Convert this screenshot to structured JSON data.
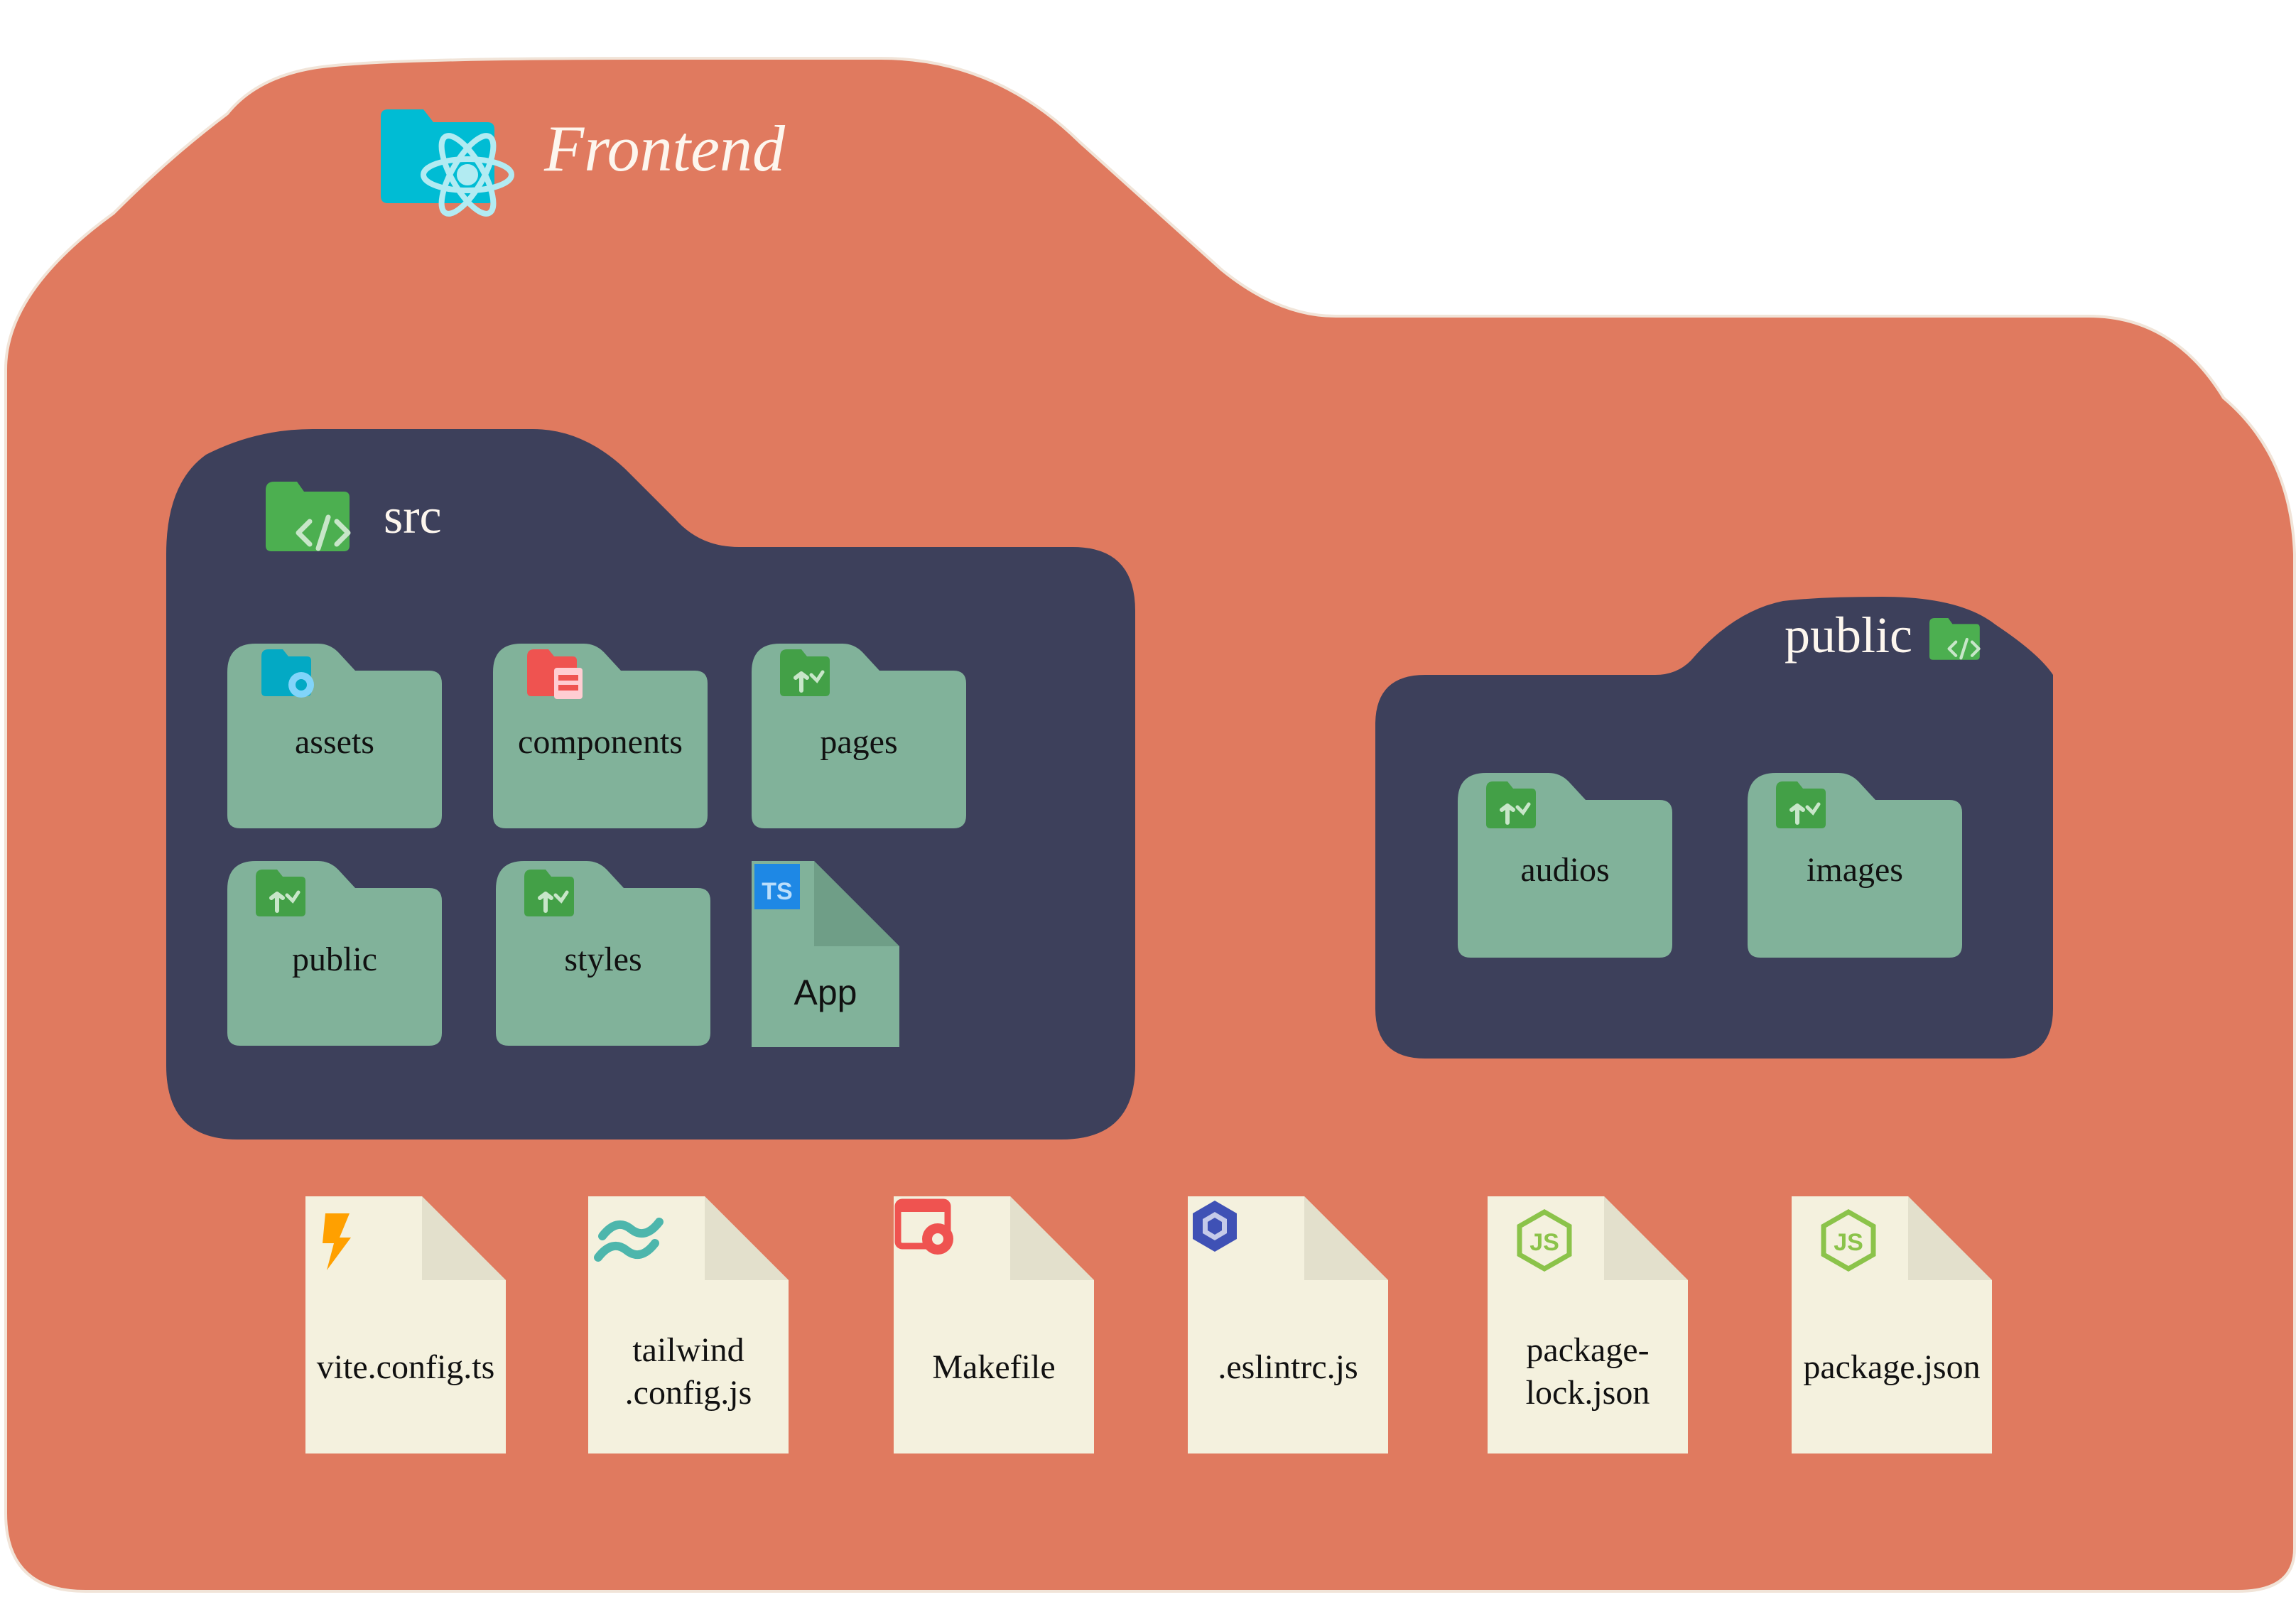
{
  "root": {
    "title": "Frontend",
    "icon": "react-folder-icon",
    "color": "#e07a5f",
    "icon_color": "#00bcd4"
  },
  "src": {
    "title": "src",
    "icon": "code-folder-icon",
    "color": "#3d405b",
    "items": [
      {
        "label": "assets",
        "icon": "gear-folder-icon",
        "icon_color": "#03a9c4"
      },
      {
        "label": "components",
        "icon": "components-folder-icon",
        "icon_color": "#ef5350"
      },
      {
        "label": "pages",
        "icon": "route-folder-icon",
        "icon_color": "#43a047"
      },
      {
        "label": "public",
        "icon": "route-folder-icon",
        "icon_color": "#43a047"
      },
      {
        "label": "styles",
        "icon": "route-folder-icon",
        "icon_color": "#43a047"
      },
      {
        "label": "App",
        "icon": "typescript-icon",
        "icon_color": "#1e88e5",
        "icon_text": "TS"
      }
    ]
  },
  "public": {
    "title": "public",
    "icon": "code-folder-icon",
    "color": "#3d405b",
    "items": [
      {
        "label": "audios",
        "icon": "route-folder-icon"
      },
      {
        "label": "images",
        "icon": "route-folder-icon"
      }
    ]
  },
  "files": [
    {
      "line1": "vite.config.ts",
      "line2": "",
      "icon": "vite-lightning-icon",
      "icon_color": "#ffa000"
    },
    {
      "line1": "tailwind",
      "line2": ".config.js",
      "icon": "tailwind-icon",
      "icon_color": "#4db6ac"
    },
    {
      "line1": "Makefile",
      "line2": "",
      "icon": "settings-window-icon",
      "icon_color": "#ef5350"
    },
    {
      "line1": ".eslintrc.js",
      "line2": "",
      "icon": "eslint-icon",
      "icon_color": "#3f51b5"
    },
    {
      "line1": "package-",
      "line2": "lock.json",
      "icon": "nodejs-icon",
      "icon_color": "#8bc34a"
    },
    {
      "line1": "package.json",
      "line2": "",
      "icon": "nodejs-icon",
      "icon_color": "#8bc34a"
    }
  ],
  "colors": {
    "subfolder": "#81b29a",
    "file_paper": "#f4f1de",
    "file_fold": "#e3e0cc",
    "app_fold": "#6f9e87"
  }
}
